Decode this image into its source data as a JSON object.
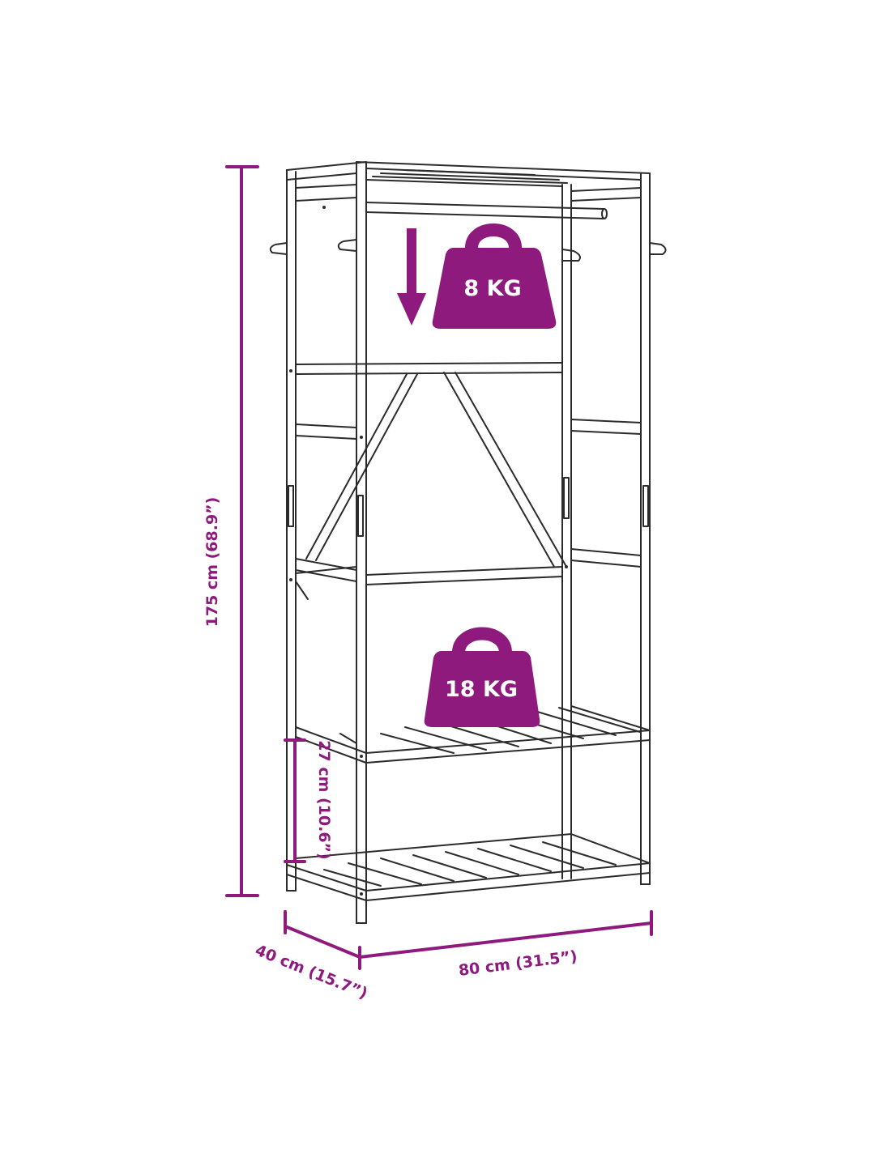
{
  "colors": {
    "accent": "#8e1a7e",
    "line": "#2b2b2b",
    "weight_label": "#ffffff",
    "background": "#ffffff"
  },
  "dimensions": {
    "height": "175 cm (68.9”)",
    "shelf_gap": "27 cm (10.6”)",
    "depth": "40 cm (15.7”)",
    "width": "80 cm (31.5”)"
  },
  "loads": {
    "top": "8 KG",
    "bottom": "18 KG"
  },
  "icons": {
    "weight": "kettlebell-weight-icon",
    "load_direction": "arrow-down-icon"
  }
}
